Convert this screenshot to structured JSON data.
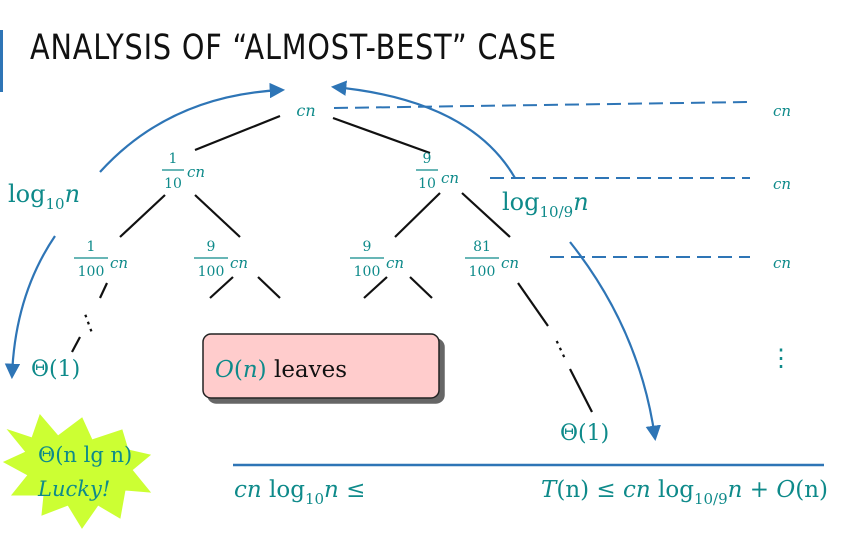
{
  "slide": {
    "title": "ANALYSIS OF “ALMOST-BEST” CASE"
  },
  "tree": {
    "root": "cn",
    "level1_left": {
      "num": "1",
      "den": "10",
      "var": "cn"
    },
    "level1_right": {
      "num": "9",
      "den": "10",
      "var": "cn"
    },
    "level2": [
      {
        "num": "1",
        "den": "100",
        "var": "cn"
      },
      {
        "num": "9",
        "den": "100",
        "var": "cn"
      },
      {
        "num": "9",
        "den": "100",
        "var": "cn"
      },
      {
        "num": "81",
        "den": "100",
        "var": "cn"
      }
    ],
    "dots_left": "⋮",
    "dots_right": "⋮",
    "theta_left": "Θ(1)",
    "theta_right": "Θ(1)"
  },
  "level_costs": [
    "cn",
    "cn",
    "cn"
  ],
  "level_dots": "⋮",
  "left_height": {
    "base": "log",
    "sub": "10",
    "var": "n"
  },
  "right_height": {
    "base": "log",
    "sub": "10/9",
    "var": "n"
  },
  "leaves_box": {
    "o": "O",
    "open": "(",
    "n": "n",
    "close": ")",
    "word": " leaves"
  },
  "star": {
    "line1": "Θ(n lg n)",
    "line2": "Lucky!"
  },
  "bottom": {
    "left": {
      "cn": "cn",
      "log": " log",
      "sub": "10",
      "n": "n",
      "rel": " ≤"
    },
    "right": {
      "T": "T",
      "n1": "(n)",
      "le": " ≤ ",
      "cn": "cn",
      "log": " log",
      "sub": "10/9",
      "n2": "n",
      "plus": " + ",
      "O": "O",
      "n3": "(n)"
    }
  },
  "colors": {
    "teal": "#0e8a8a",
    "blue": "#2e75b6",
    "box_fill": "#ffcccc",
    "star_fill": "#ccff33"
  }
}
